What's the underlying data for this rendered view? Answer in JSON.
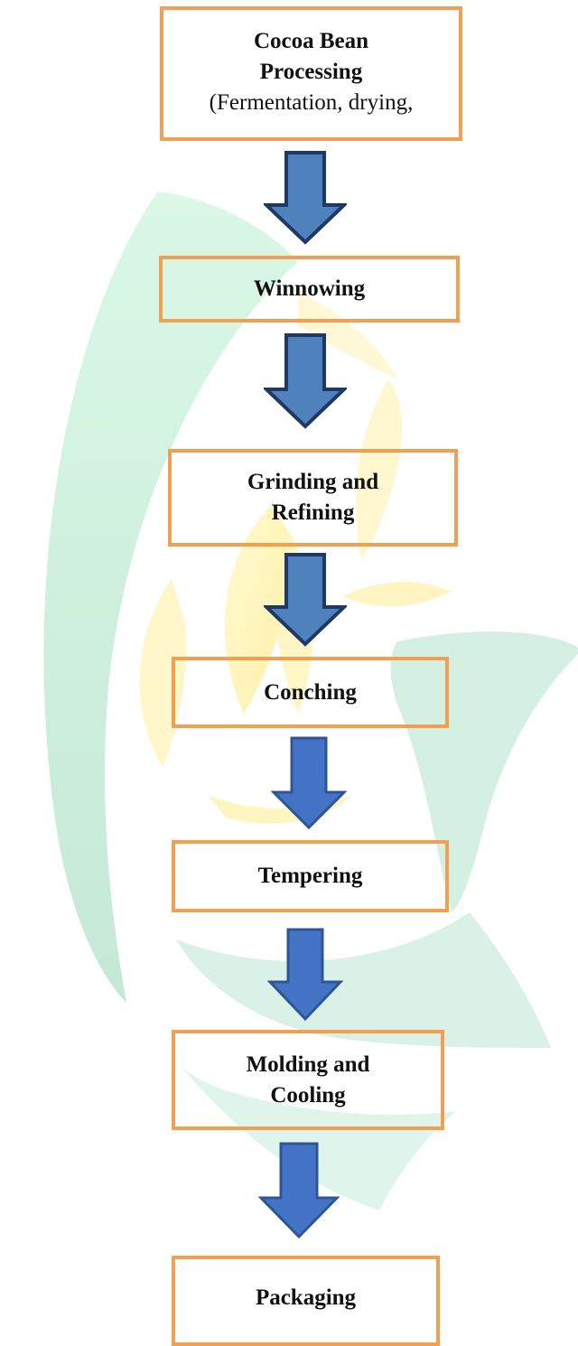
{
  "steps": [
    {
      "title": "Cocoa Bean Processing",
      "subtitle": "(Fermentation, drying,"
    },
    {
      "title": "Winnowing"
    },
    {
      "title": "Grinding and\nRefining"
    },
    {
      "title": "Conching"
    },
    {
      "title": "Tempering"
    },
    {
      "title": "Molding and\nCooling"
    },
    {
      "title": "Packaging"
    }
  ],
  "colors": {
    "box_border": "#f0a050",
    "arrow_fill_dark": "#4f81bd",
    "arrow_fill_bright": "#4472c4",
    "arrow_stroke_dark": "#1f3864",
    "arrow_stroke_bright": "#2f5597",
    "watermark_green": "#7fd3a8",
    "watermark_yellow": "#fff2a8"
  }
}
